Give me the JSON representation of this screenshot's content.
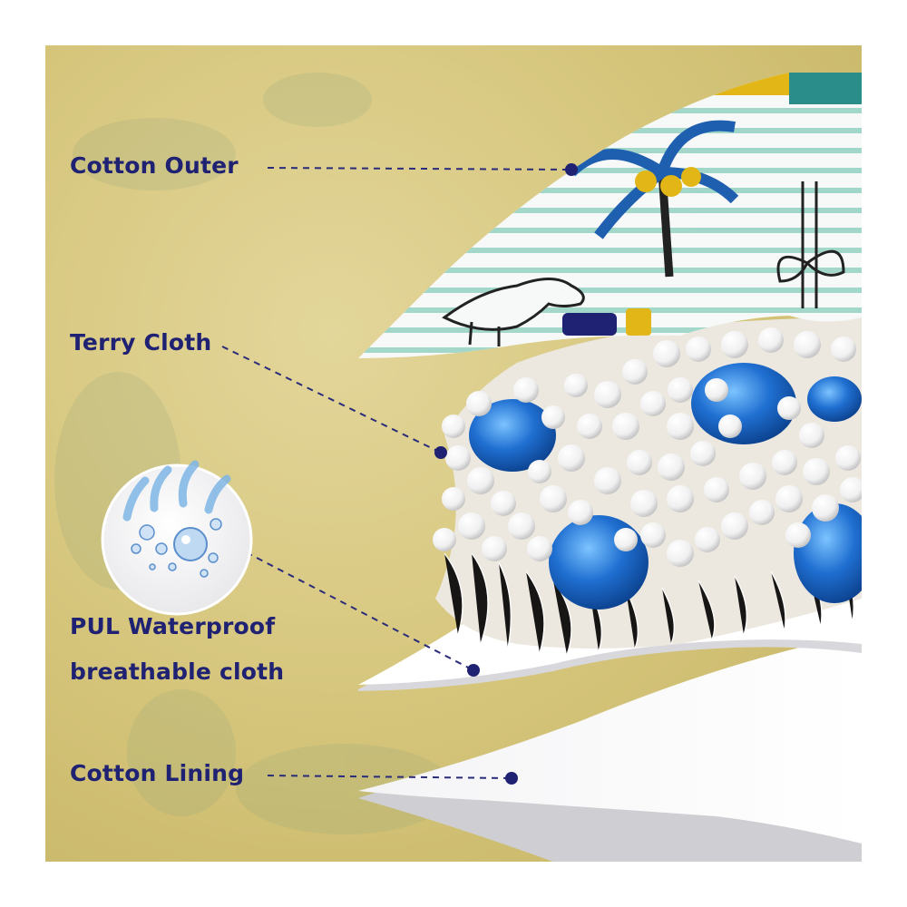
{
  "labels": {
    "cotton_outer": "Cotton Outer",
    "terry_cloth": "Terry Cloth",
    "pul_line1": "PUL Waterproof",
    "pul_line2": "breathable cloth",
    "cotton_lining": "Cotton Lining"
  },
  "colors": {
    "label_text": "#1f2172",
    "leader_line": "#2a2c7a",
    "background": "#d6c77e"
  },
  "icons": [
    "water-droplet-icon"
  ]
}
